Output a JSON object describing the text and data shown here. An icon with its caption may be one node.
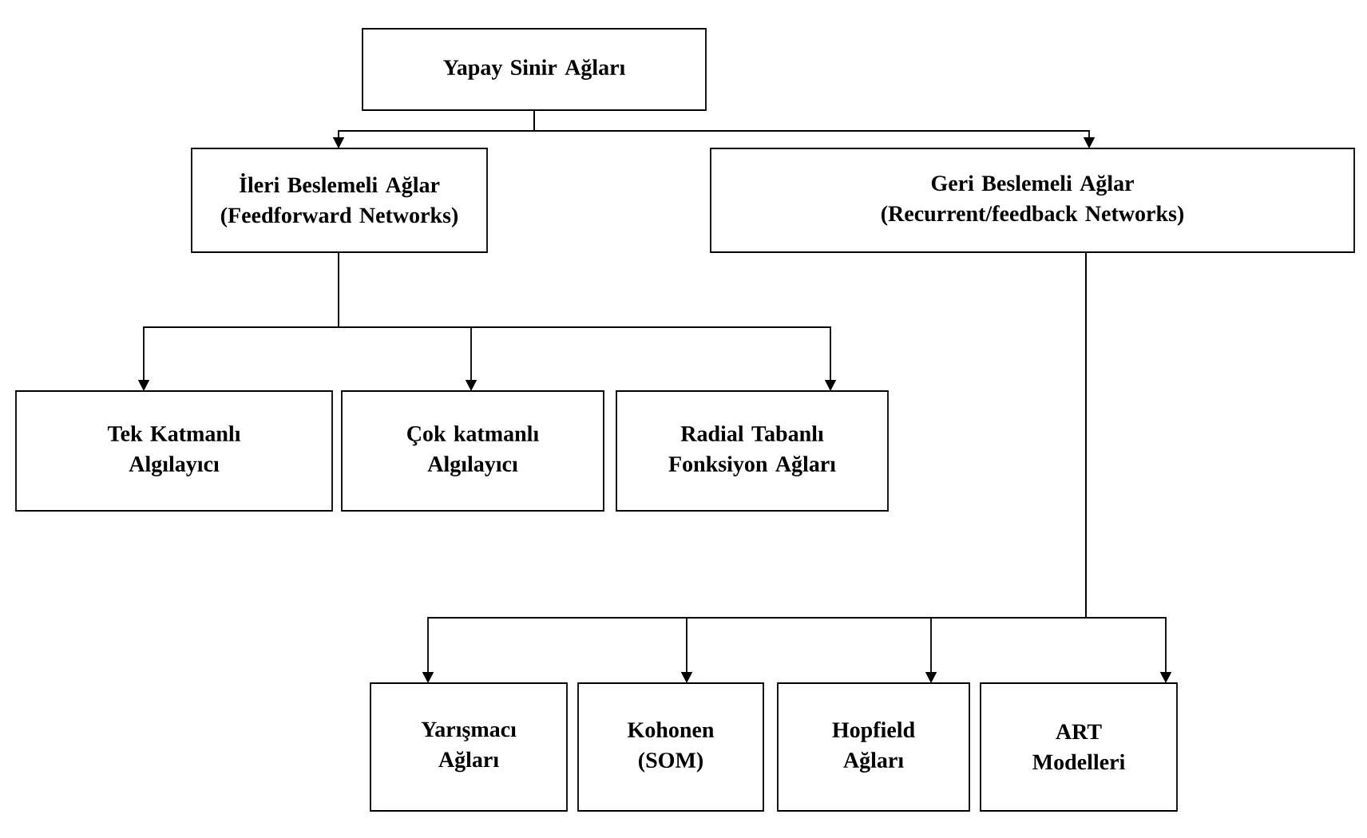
{
  "diagram": {
    "nodes": [
      {
        "text": [
          "Yapay Sinir Ağları"
        ]
      },
      {
        "text": [
          "İleri Beslemeli Ağlar",
          "(Feedforward Networks)"
        ]
      },
      {
        "text": [
          "Geri Beslemeli Ağlar",
          "(Recurrent/feedback Networks)"
        ]
      },
      {
        "text": [
          "Tek Katmanlı Algılayıcı"
        ]
      },
      {
        "text": [
          "Çok katmanlı Algılayıcı"
        ]
      },
      {
        "text": [
          "Radial Tabanlı Fonksiyon Ağları"
        ]
      },
      {
        "text": [
          "Yarışmacı Ağları"
        ]
      },
      {
        "text": [
          "Kohonen (SOM)"
        ]
      },
      {
        "text": [
          "Hopfield Ağları"
        ]
      },
      {
        "text": [
          "ART Modelleri"
        ]
      }
    ],
    "edges": [
      {
        "from": 0,
        "to": 1,
        "arrow": "to"
      },
      {
        "from": 0,
        "to": 2,
        "arrow": "to"
      },
      {
        "from": 1,
        "to": 3,
        "arrow": "to"
      },
      {
        "from": 1,
        "to": 4,
        "arrow": "to"
      },
      {
        "from": 1,
        "to": 5,
        "arrow": "to"
      },
      {
        "from": 2,
        "to": 6,
        "arrow": "to"
      },
      {
        "from": 2,
        "to": 7,
        "arrow": "to"
      },
      {
        "from": 2,
        "to": 8,
        "arrow": "to"
      },
      {
        "from": 2,
        "to": 9,
        "arrow": "to"
      }
    ]
  }
}
